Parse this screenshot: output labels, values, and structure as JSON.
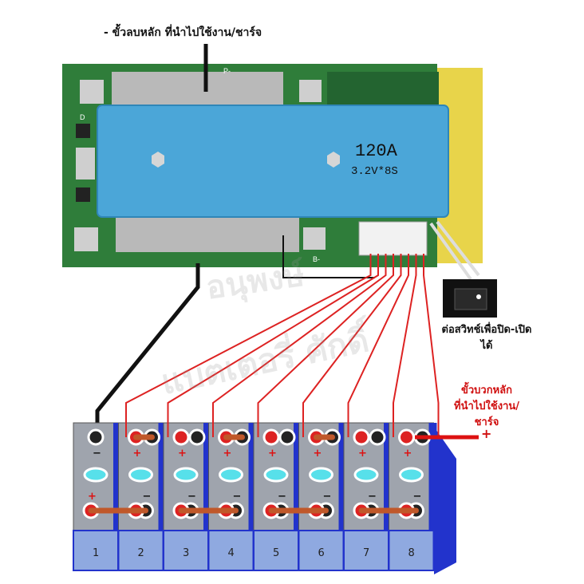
{
  "board": {
    "rating": "120A",
    "spec": "3.2V*8S",
    "pad_p": "P-",
    "pad_b": "B-",
    "pad_d": "D"
  },
  "labels": {
    "negative_main": "- ขั้วลบหลัก ที่นำไปใช้งาน/ชาร์จ",
    "switch_line1": "ต่อสวิทช์เพื่อปิด-เปิด",
    "switch_line2": "ได้",
    "positive_line1": "ขั้วบวกหลัก",
    "positive_line2": "ที่นำไปใช้งาน/",
    "positive_line3": "ชาร์จ",
    "plus_sign": "+",
    "watermark_1": "อนุพงษ์",
    "watermark_2": "แบตเตอรี่ ศักดิ์"
  },
  "cells": [
    {
      "number": "1",
      "top_terminal": "−",
      "bottom_terminal": "+"
    },
    {
      "number": "2",
      "top_terminal": "+",
      "bottom_terminal": "−"
    },
    {
      "number": "3",
      "top_terminal": "+",
      "bottom_terminal": "−"
    },
    {
      "number": "4",
      "top_terminal": "+",
      "bottom_terminal": "−"
    },
    {
      "number": "5",
      "top_terminal": "+",
      "bottom_terminal": "−"
    },
    {
      "number": "6",
      "top_terminal": "+",
      "bottom_terminal": "−"
    },
    {
      "number": "7",
      "top_terminal": "+",
      "bottom_terminal": "−"
    },
    {
      "number": "8",
      "top_terminal": "+",
      "bottom_terminal": "−"
    }
  ],
  "colors": {
    "pcb": "#2f7d3a",
    "heatsink": "#4ba6d8",
    "cell_body": "#9fa4ad",
    "cell_side": "#2233cc",
    "busbar": "#c0582a",
    "balance_wire": "#dd2222",
    "terminal_red": "#dd2222"
  }
}
